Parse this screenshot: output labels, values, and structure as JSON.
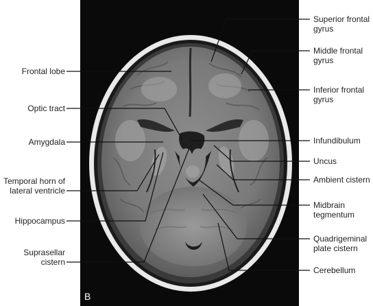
{
  "panel_letter": "B",
  "labels_left": {
    "frontal_lobe": "Frontal lobe",
    "optic_tract": "Optic tract",
    "amygdala": "Amygdala",
    "temporal_horn_line1": "Temporal horn of",
    "temporal_horn_line2": "lateral ventricle",
    "hippocampus": "Hippocampus",
    "suprasellar_line1": "Suprasellar",
    "suprasellar_line2": "cistern"
  },
  "labels_right": {
    "superior_frontal_line1": "Superior frontal",
    "superior_frontal_line2": "gyrus",
    "middle_frontal_line1": "Middle frontal",
    "middle_frontal_line2": "gyrus",
    "inferior_frontal_line1": "Inferior frontal",
    "inferior_frontal_line2": "gyrus",
    "infundibulum": "Infundibulum",
    "uncus": "Uncus",
    "ambient_cistern": "Ambient cistern",
    "midbrain_line1": "Midbrain",
    "midbrain_line2": "tegmentum",
    "quadrigeminal_line1": "Quadrigeminal",
    "quadrigeminal_line2": "plate cistern",
    "cerebellum": "Cerebellum"
  }
}
